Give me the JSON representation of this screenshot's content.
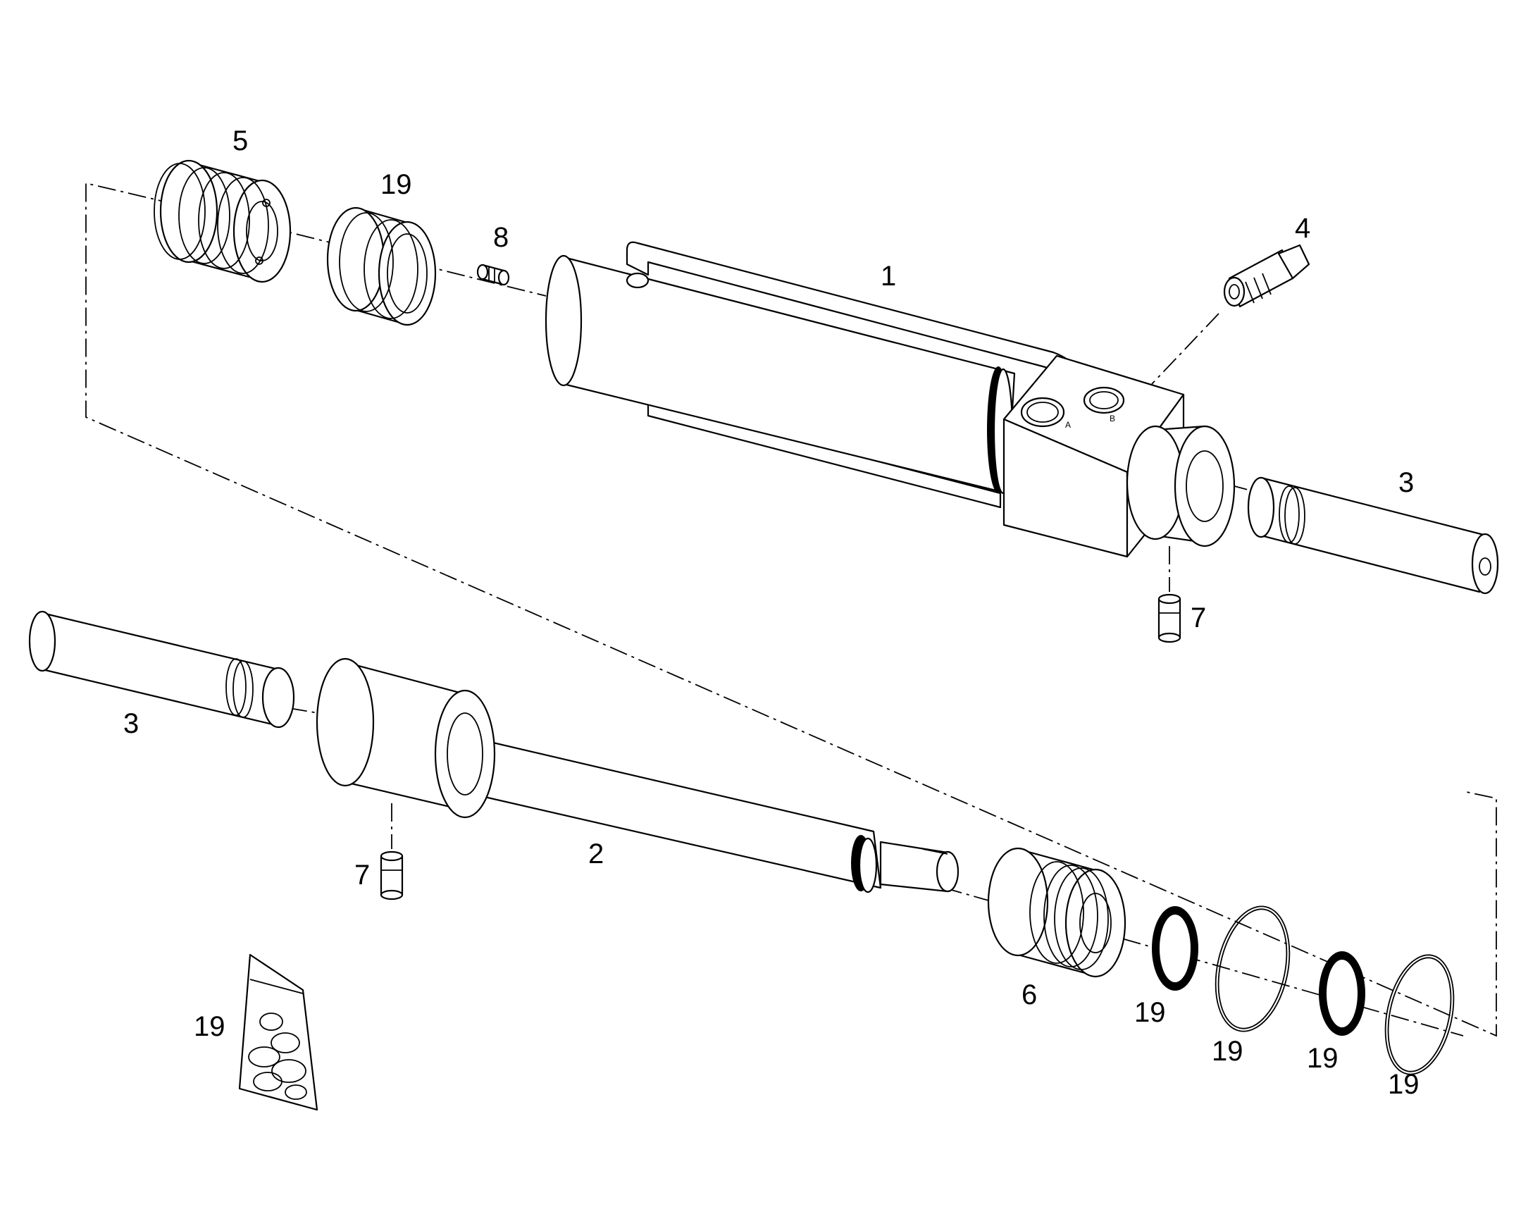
{
  "labels": {
    "p1": "1",
    "p2": "2",
    "p3a": "3",
    "p3b": "3",
    "p4": "4",
    "p5": "5",
    "p6": "6",
    "p7a": "7",
    "p7b": "7",
    "p8": "8",
    "p19a": "19",
    "p19b": "19",
    "p19c": "19",
    "p19d": "19",
    "p19e": "19",
    "p19f": "19"
  },
  "port_marks": {
    "a": "A",
    "b": "B"
  }
}
